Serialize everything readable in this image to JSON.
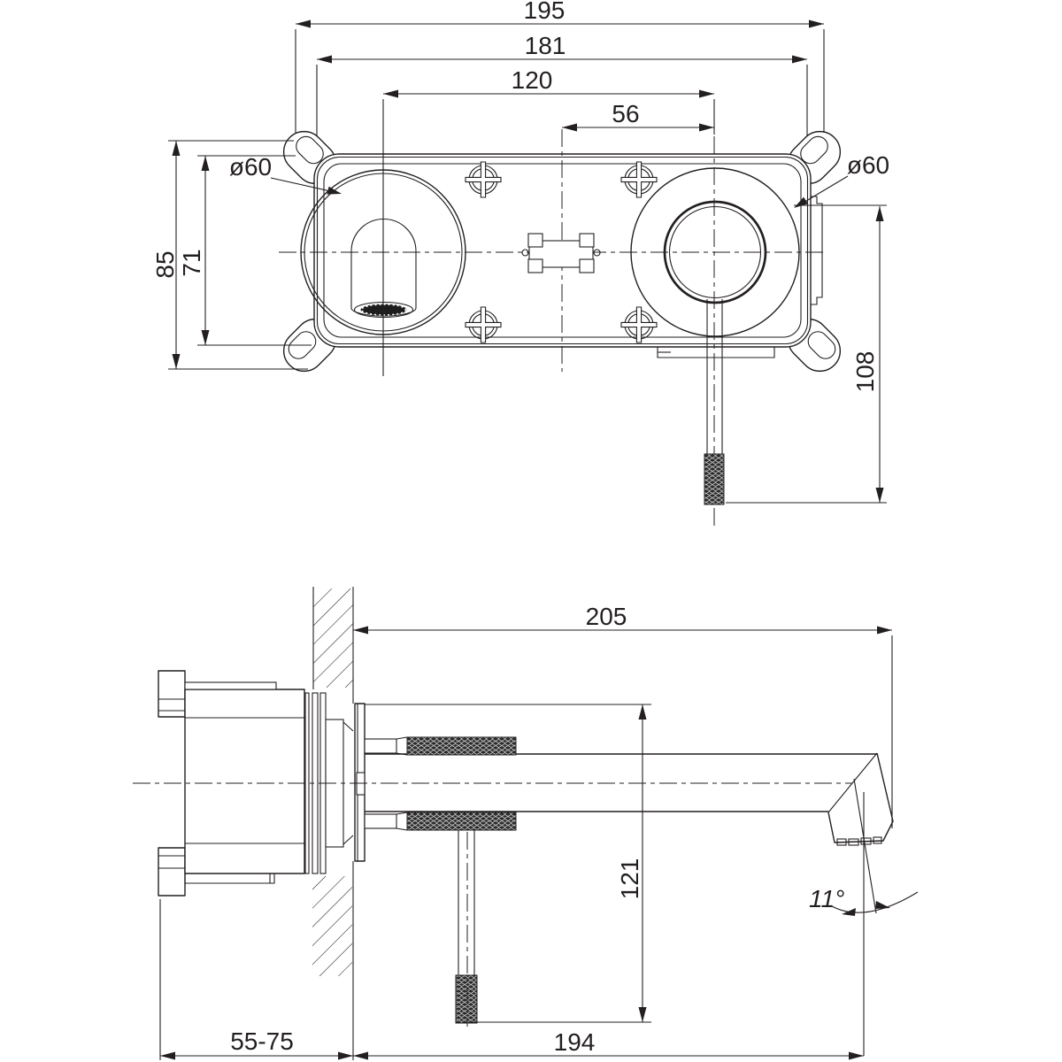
{
  "drawing": {
    "kind": "faucet installation dimension drawing",
    "dims_front": {
      "overall_width": "195",
      "hole_spacing": "181",
      "spout_to_handle": "120",
      "center_to_handle": "56",
      "hole_dia_left": "ø60",
      "hole_dia_right": "ø60",
      "overall_height": "85",
      "body_height": "71",
      "handle_length": "108"
    },
    "dims_side": {
      "spout_reach": "205",
      "handle_drop": "121",
      "wall_depth": "55-75",
      "handle_reach": "194",
      "spray_angle": "11°"
    },
    "colors": {
      "line": "#231f20",
      "background": "#ffffff"
    }
  }
}
